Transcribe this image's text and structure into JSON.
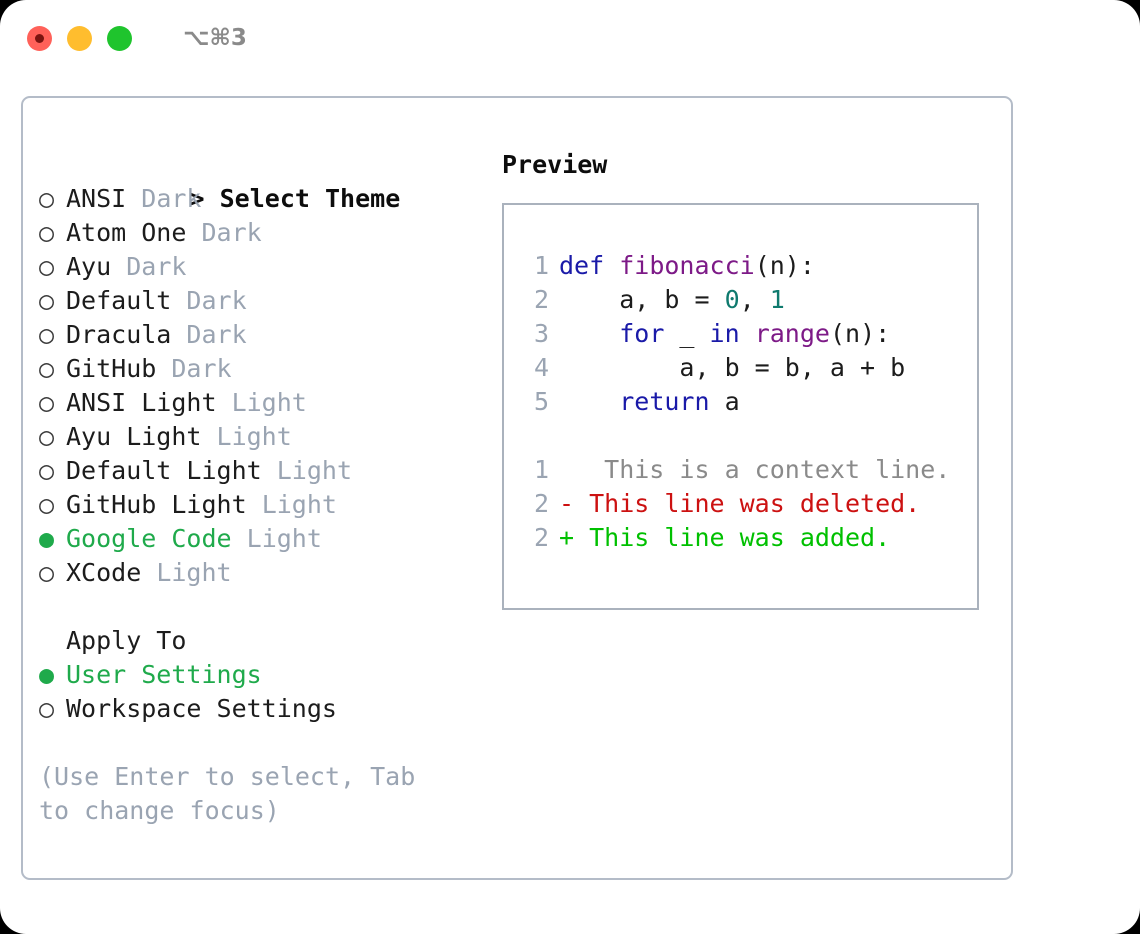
{
  "titlebar": {
    "shortcut": "⌥⌘3",
    "buttons": [
      {
        "name": "close",
        "color": "#ff6159"
      },
      {
        "name": "minimize",
        "color": "#ffbd2e"
      },
      {
        "name": "maximize",
        "color": "#1fc42d"
      }
    ]
  },
  "colors": {
    "selection_green": "#1faa4b",
    "variant_gray": "#9aa4b2",
    "panel_border": "#b4bcc8",
    "preview_border": "#aab2bd",
    "keyword_blue": "#1a1aa8",
    "function_purple": "#7d1a87",
    "number_teal": "#0f7a6e",
    "diff_deleted_red": "#cc1111",
    "diff_added_green": "#00c000",
    "diff_context_gray": "#8a8a8a"
  },
  "theme_section": {
    "caret": "> ",
    "header": "Select Theme",
    "marker_selected": "●",
    "marker_unselected": "○",
    "items": [
      {
        "name": "ANSI",
        "variant": "Dark",
        "selected": false
      },
      {
        "name": "Atom One",
        "variant": "Dark",
        "selected": false
      },
      {
        "name": "Ayu",
        "variant": "Dark",
        "selected": false
      },
      {
        "name": "Default",
        "variant": "Dark",
        "selected": false
      },
      {
        "name": "Dracula",
        "variant": "Dark",
        "selected": false
      },
      {
        "name": "GitHub",
        "variant": "Dark",
        "selected": false
      },
      {
        "name": "ANSI Light",
        "variant": "Light",
        "selected": false
      },
      {
        "name": "Ayu Light",
        "variant": "Light",
        "selected": false
      },
      {
        "name": "Default Light",
        "variant": "Light",
        "selected": false
      },
      {
        "name": "GitHub Light",
        "variant": "Light",
        "selected": false
      },
      {
        "name": "Google Code",
        "variant": "Light",
        "selected": true
      },
      {
        "name": "XCode",
        "variant": "Light",
        "selected": false
      }
    ]
  },
  "apply_to_section": {
    "header": "Apply To",
    "items": [
      {
        "name": "User Settings",
        "selected": true
      },
      {
        "name": "Workspace Settings",
        "selected": false
      }
    ]
  },
  "hint": "(Use Enter to select, Tab to change focus)",
  "preview": {
    "title": "Preview",
    "code_lines": [
      {
        "no": "1",
        "tokens": [
          {
            "t": "def",
            "c": "kw"
          },
          {
            "t": " ",
            "c": "pl"
          },
          {
            "t": "fibonacci",
            "c": "fn"
          },
          {
            "t": "(n):",
            "c": "pl"
          }
        ]
      },
      {
        "no": "2",
        "tokens": [
          {
            "t": "    a, b = ",
            "c": "pl"
          },
          {
            "t": "0",
            "c": "num"
          },
          {
            "t": ", ",
            "c": "pl"
          },
          {
            "t": "1",
            "c": "num"
          }
        ]
      },
      {
        "no": "3",
        "tokens": [
          {
            "t": "    ",
            "c": "pl"
          },
          {
            "t": "for",
            "c": "kw"
          },
          {
            "t": " _ ",
            "c": "pl"
          },
          {
            "t": "in",
            "c": "kw"
          },
          {
            "t": " ",
            "c": "pl"
          },
          {
            "t": "range",
            "c": "fn"
          },
          {
            "t": "(n):",
            "c": "pl"
          }
        ]
      },
      {
        "no": "4",
        "tokens": [
          {
            "t": "        a, b = b, a + b",
            "c": "pl"
          }
        ]
      },
      {
        "no": "5",
        "tokens": [
          {
            "t": "    ",
            "c": "pl"
          },
          {
            "t": "return",
            "c": "kw"
          },
          {
            "t": " a",
            "c": "pl"
          }
        ]
      }
    ],
    "diff_lines": [
      {
        "no": "1",
        "marker": " ",
        "text": "  This is a context line.",
        "kind": "ctx"
      },
      {
        "no": "2",
        "marker": "-",
        "text": " This line was deleted.",
        "kind": "del"
      },
      {
        "no": "2",
        "marker": "+",
        "text": " This line was added.",
        "kind": "add"
      }
    ]
  }
}
